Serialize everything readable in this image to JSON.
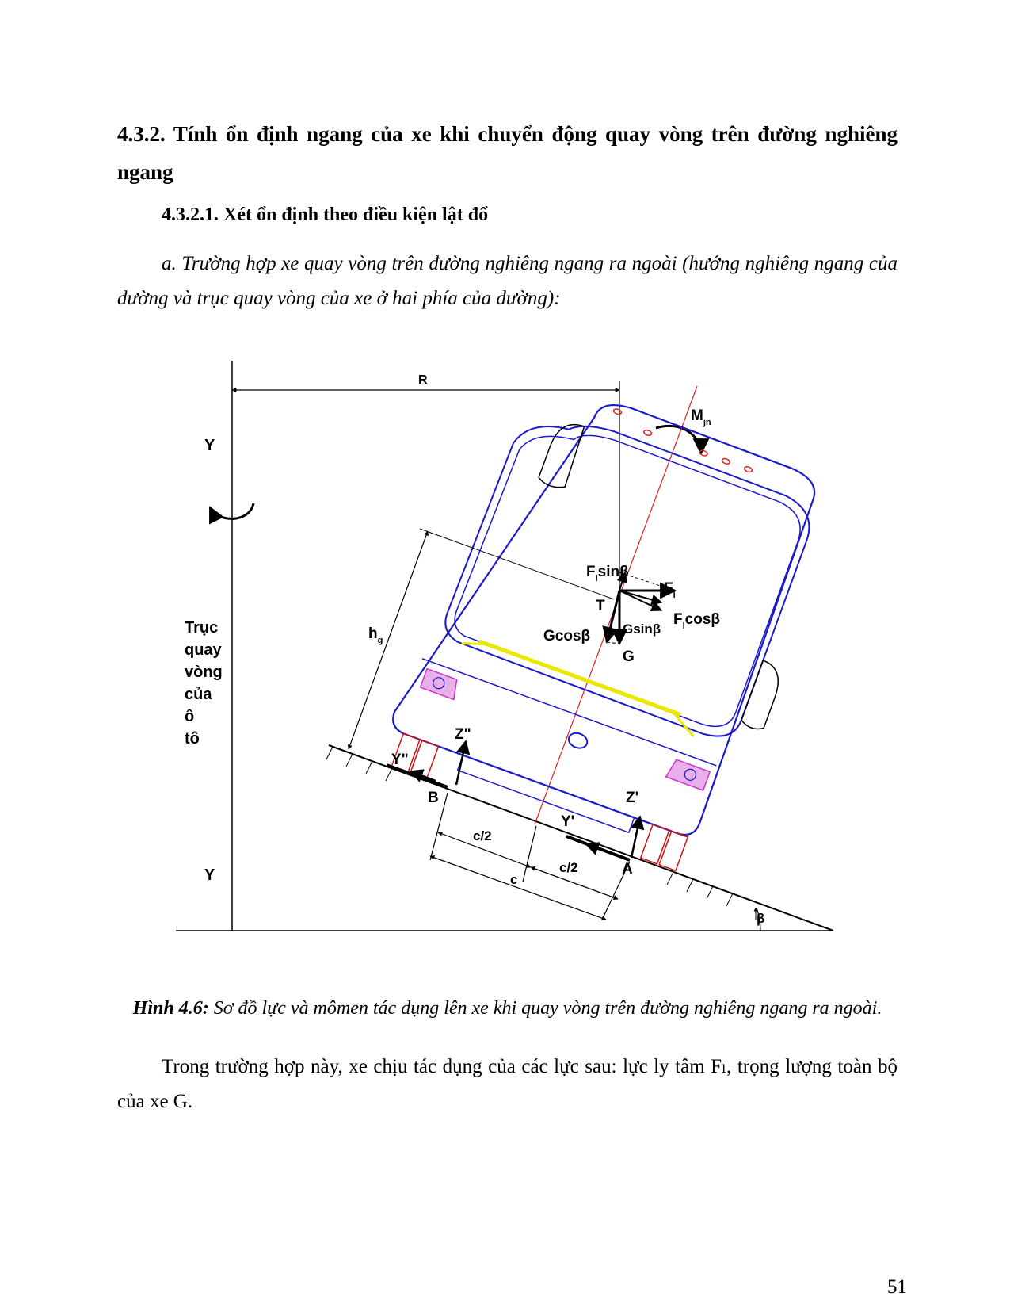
{
  "heading": {
    "section": "4.3.2. Tính ổn định ngang của xe khi chuyển động quay vòng trên đường nghiêng ngang",
    "subsection": "4.3.2.1. Xét ổn định theo điều kiện lật đổ"
  },
  "intro": "a. Trường hợp xe quay vòng trên đường nghiêng ngang ra ngoài (hướng nghiêng ngang của đường và trục quay vòng của xe ở hai phía của đường):",
  "figure": {
    "labels": {
      "R": "R",
      "Y_top": "Y",
      "Y_bottom": "Y",
      "axis_caption": [
        "Trục",
        "quay",
        "vòng",
        "của",
        "ô",
        "tô"
      ],
      "M": "M",
      "M_sub": "jn",
      "hg": "h",
      "hg_sub": "g",
      "Fl_sin_F": "F",
      "Fl_sin_sub": "l",
      "Fl_sin_rest": "sinβ",
      "Fl_F": "F",
      "Fl_sub": "l",
      "Fl_cos_F": "F",
      "Fl_cos_sub": "l",
      "Fl_cos_rest": "cosβ",
      "T": "T",
      "Gcos": "Gcosβ",
      "Gsin": "Gsinβ",
      "G": "G",
      "Z2": "Z\"",
      "Y2": "Y\"",
      "B": "B",
      "Z1": "Z'",
      "Y1": "Y'",
      "A": "A",
      "c_half_1": "c/2",
      "c_half_2": "c/2",
      "c": "c",
      "beta": "β"
    },
    "colors": {
      "bus": "#1a1acc",
      "axis_red": "#e02020",
      "tire_red": "#d01010",
      "yellow": "#e8e800",
      "magenta": "#cc33cc"
    }
  },
  "caption": {
    "label": "Hình 4.6:",
    "text": " Sơ đồ lực và mômen tác dụng lên xe khi quay vòng trên đường nghiêng ngang ra ngoài."
  },
  "closing": "Trong trường hợp này, xe chịu tác dụng của các lực sau: lực ly tâm Fₗ, trọng lượng toàn bộ của xe G.",
  "page_number": "51"
}
